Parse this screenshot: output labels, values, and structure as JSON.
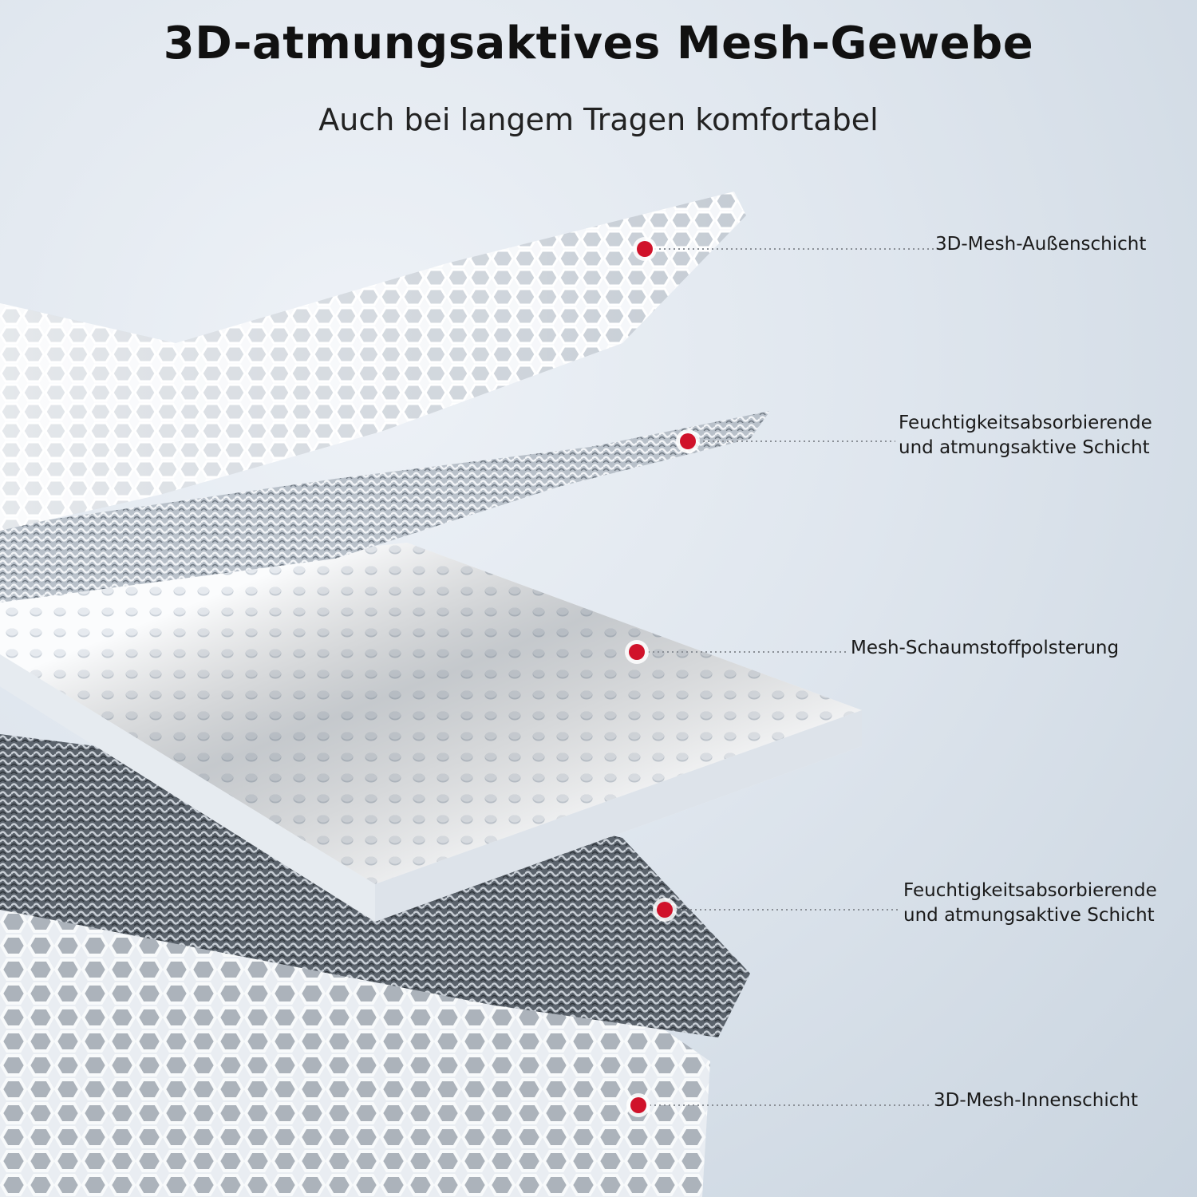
{
  "header": {
    "title": "3D-atmungsaktives Mesh-Gewebe",
    "subtitle": "Auch bei langem Tragen komfortabel"
  },
  "layers": [
    {
      "id": "outer",
      "lines": [
        "3D-Mesh-Außenschicht"
      ]
    },
    {
      "id": "moisture-1",
      "lines": [
        "Feuchtigkeitsabsorbierende",
        "und atmungsaktive Schicht"
      ]
    },
    {
      "id": "foam",
      "lines": [
        "Mesh-Schaumstoffpolsterung"
      ]
    },
    {
      "id": "moisture-2",
      "lines": [
        "Feuchtigkeitsabsorbierende",
        "und atmungsaktive Schicht"
      ]
    },
    {
      "id": "inner",
      "lines": [
        "3D-Mesh-Innenschicht"
      ]
    }
  ],
  "colors": {
    "marker": "#d0122a",
    "leader": "#8a8f96"
  }
}
